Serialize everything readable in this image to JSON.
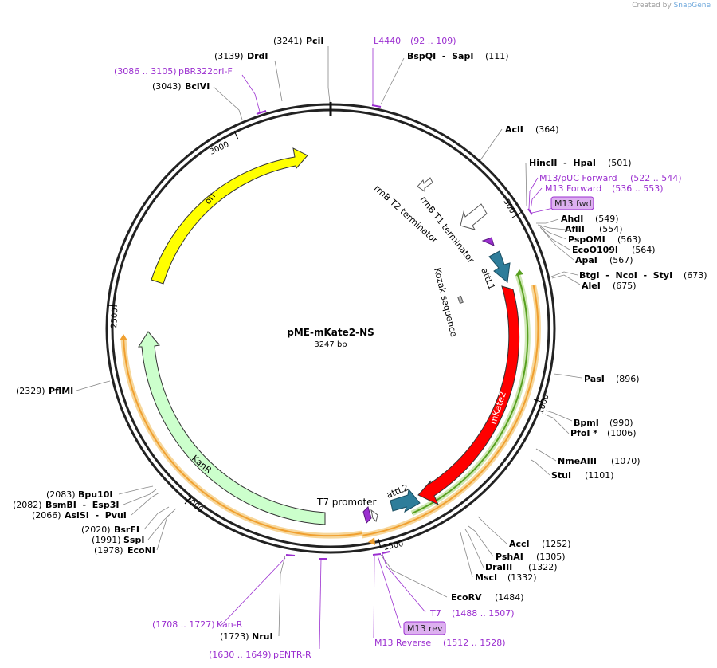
{
  "credit": {
    "prefix": "Created by",
    "brand": "SnapGene"
  },
  "colors": {
    "backbone": "#222222",
    "enzyme_text": "#000000",
    "primer": "#9b2fd0",
    "leader": "#777777",
    "ori": "#ffff00",
    "kanr": "#ccffcc",
    "mkate2": "#ff0000",
    "attl": "#2e7d9a",
    "orf_fill": "#f0a030",
    "orf_glow": "#f7d79b",
    "green_orf": "#58a020",
    "terminator": "#ffffff",
    "primer_badge_bg": "#ddb0f0"
  },
  "plasmid": {
    "name": "pME-mKate2-NS",
    "length_label": "3247 bp",
    "length": 3247
  },
  "ticks": [
    {
      "label": "500",
      "bp": 500
    },
    {
      "label": "1000",
      "bp": 1000
    },
    {
      "label": "1500",
      "bp": 1500
    },
    {
      "label": "2000",
      "bp": 2000
    },
    {
      "label": "2500",
      "bp": 2500
    },
    {
      "label": "3000",
      "bp": 3000
    }
  ],
  "features": [
    {
      "name": "ori",
      "start": 2420,
      "end": 3000
    },
    {
      "name": "KanR",
      "start": 1745,
      "end": 2540
    },
    {
      "name": "mKate2",
      "start": 700,
      "end": 1430
    },
    {
      "name": "attL1",
      "start": 615,
      "end": 680
    },
    {
      "name": "attL2",
      "start": 1430,
      "end": 1480
    },
    {
      "name": "rrnB T1 terminator",
      "start": 395,
      "end": 440
    },
    {
      "name": "rrnB T2 terminator",
      "start": 305,
      "end": 330
    },
    {
      "name": "Kozak sequence",
      "start": 680,
      "end": 690
    },
    {
      "name": "T7 promoter",
      "start": 1488,
      "end": 1507
    }
  ],
  "sites": [
    {
      "name": "PciI",
      "pos": "(3241)"
    },
    {
      "name": "DrdI",
      "pos": "(3139)"
    },
    {
      "name": "BciVI",
      "pos": "(3043)"
    },
    {
      "name": "BspQI  -  SapI",
      "pos": "(111)"
    },
    {
      "name": "AclI",
      "pos": "(364)"
    },
    {
      "name": "HincII  -  HpaI",
      "pos": "(501)"
    },
    {
      "name": "AhdI",
      "pos": "(549)"
    },
    {
      "name": "AflII",
      "pos": "(554)"
    },
    {
      "name": "PspOMI",
      "pos": "(563)"
    },
    {
      "name": "EcoO109I",
      "pos": "(564)"
    },
    {
      "name": "ApaI",
      "pos": "(567)"
    },
    {
      "name": "BtgI  -  NcoI  -  StyI",
      "pos": "(673)"
    },
    {
      "name": "AleI",
      "pos": "(675)"
    },
    {
      "name": "PasI",
      "pos": "(896)"
    },
    {
      "name": "BpmI",
      "pos": "(990)"
    },
    {
      "name": "PfoI *",
      "pos": "(1006)"
    },
    {
      "name": "NmeAIII",
      "pos": "(1070)"
    },
    {
      "name": "StuI",
      "pos": "(1101)"
    },
    {
      "name": "AccI",
      "pos": "(1252)"
    },
    {
      "name": "PshAI",
      "pos": "(1305)"
    },
    {
      "name": "DraIII",
      "pos": "(1322)"
    },
    {
      "name": "MscI",
      "pos": "(1332)"
    },
    {
      "name": "EcoRV",
      "pos": "(1484)"
    },
    {
      "name": "NruI",
      "pos": "(1723)"
    },
    {
      "name": "EcoNI",
      "pos": "(1978)"
    },
    {
      "name": "SspI",
      "pos": "(1991)"
    },
    {
      "name": "BsrFI",
      "pos": "(2020)"
    },
    {
      "name": "AsiSI  -  PvuI",
      "pos": "(2066)"
    },
    {
      "name": "BsmBI  -  Esp3I",
      "pos": "(2082)"
    },
    {
      "name": "Bpu10I",
      "pos": "(2083)"
    },
    {
      "name": "PflMI",
      "pos": "(2329)"
    }
  ],
  "primers": [
    {
      "name": "L4440",
      "range": "(92 .. 109)"
    },
    {
      "name": "pBR322ori-F",
      "range": "(3086 .. 3105)"
    },
    {
      "name": "M13/pUC Forward",
      "range": "(522 .. 544)"
    },
    {
      "name": "M13 Forward",
      "range": "(536 .. 553)"
    },
    {
      "name": "M13 fwd",
      "range": ""
    },
    {
      "name": "T7",
      "range": "(1488 .. 1507)"
    },
    {
      "name": "M13 rev",
      "range": ""
    },
    {
      "name": "M13 Reverse",
      "range": "(1512 .. 1528)"
    },
    {
      "name": "Kan-R",
      "range": "(1708 .. 1727)"
    },
    {
      "name": "pENTR-R",
      "range": "(1630 .. 1649)"
    }
  ]
}
